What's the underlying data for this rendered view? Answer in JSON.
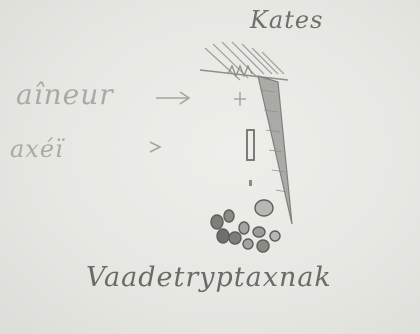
{
  "sketch": {
    "label_top": "Kates",
    "label_left_1": "aîneur",
    "label_left_2": "axéï",
    "label_bottom": "Vaadetryptaxnak"
  }
}
